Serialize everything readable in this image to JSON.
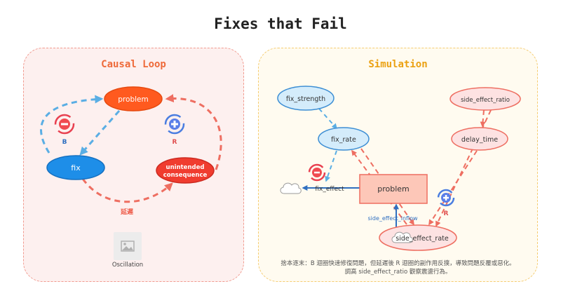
{
  "title": "Fixes that Fail",
  "causal_loop": {
    "heading": "Causal Loop",
    "nodes": {
      "problem": "problem",
      "fix": "fix",
      "unintended_line1": "unintended",
      "unintended_line2": "consequence"
    },
    "loop_b_label": "B",
    "loop_r_label": "R",
    "delay_label": "延遲",
    "image_caption": "Oscillation"
  },
  "simulation": {
    "heading": "Simulation",
    "nodes": {
      "fix_strength": "fix_strength",
      "fix_rate": "fix_rate",
      "fix_effect": "fix_effect",
      "problem": "problem",
      "side_effect_ratio": "side_effect_ratio",
      "delay_time": "delay_time",
      "side_effect_rate": "side_effect_rate",
      "side_effect_inflow": "side_effect_inflow"
    },
    "loop_r_label": "R",
    "note_line1": "捨本逐末：B 迴圈快速修復問題，但延遲後 R 迴圈的副作用反撲，導致問題反覆或惡化。",
    "note_line2": "調高 side_effect_ratio 觀察震盪行為。"
  },
  "colors": {
    "blue_arrow": "#5aaee4",
    "red_arrow": "#ee6e61",
    "problem_fill": "#ff5a1f",
    "fix_fill": "#1e8ee8",
    "unintended_fill": "#f03c2f"
  }
}
